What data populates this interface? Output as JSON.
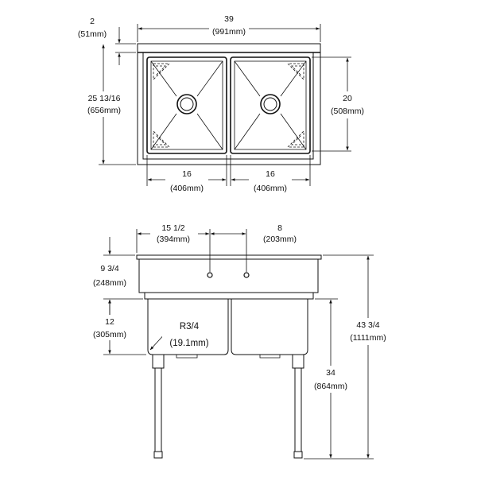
{
  "top_view": {
    "overall_width": {
      "imperial": "39",
      "metric": "(991mm)"
    },
    "backsplash_depth": {
      "imperial": "2",
      "metric": "(51mm)"
    },
    "overall_depth": {
      "imperial": "25 13/16",
      "metric": "(656mm)"
    },
    "bowl_front_to_back": {
      "imperial": "20",
      "metric": "(508mm)"
    },
    "bowl_left_width": {
      "imperial": "16",
      "metric": "(406mm)"
    },
    "bowl_right_width": {
      "imperial": "16",
      "metric": "(406mm)"
    }
  },
  "front_view": {
    "faucet_from_left": {
      "imperial": "15 1/2",
      "metric": "(394mm)"
    },
    "faucet_spacing": {
      "imperial": "8",
      "metric": "(203mm)"
    },
    "backsplash_height": {
      "imperial": "9 3/4",
      "metric": "(248mm)"
    },
    "bowl_depth": {
      "imperial": "12",
      "metric": "(305mm)"
    },
    "drain_size": {
      "imperial": "R3/4",
      "metric": "(19.1mm)"
    },
    "rim_height": {
      "imperial": "34",
      "metric": "(864mm)"
    },
    "overall_height": {
      "imperial": "43 3/4",
      "metric": "(1111mm)"
    }
  }
}
